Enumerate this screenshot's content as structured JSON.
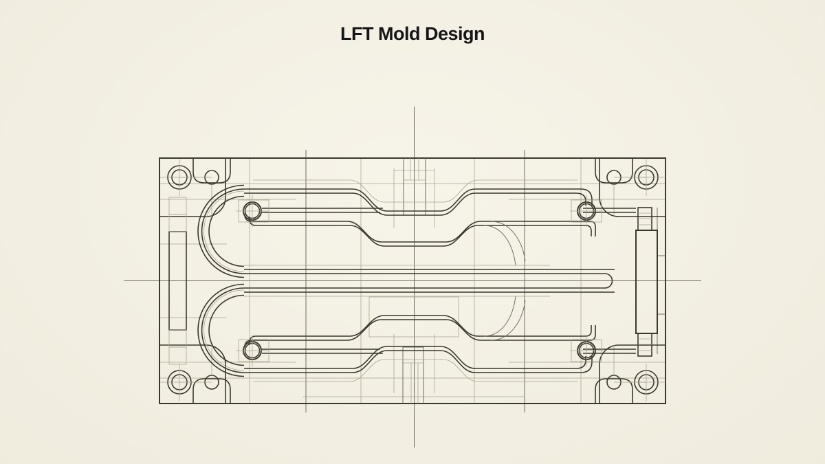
{
  "title": "LFT Mold Design",
  "drawing": {
    "kind": "2D CAD engineering drawing, top view",
    "subject": "Mold plate with serpentine cooling channels and center runner",
    "colors": {
      "background": "#f4f0e2",
      "ink_dark": "#3a382f",
      "ink_medium": "#6f6b5f",
      "ink_light": "#aba590",
      "title_text": "#161616"
    },
    "features": {
      "corner_bolt_holes": 4,
      "corner_alignment_holes": 4,
      "coolant_ports": 4,
      "cooling_circuits": 2,
      "center_runner_slots": 1,
      "side_clamp_blocks": 2,
      "sprue_channels": 2
    }
  }
}
